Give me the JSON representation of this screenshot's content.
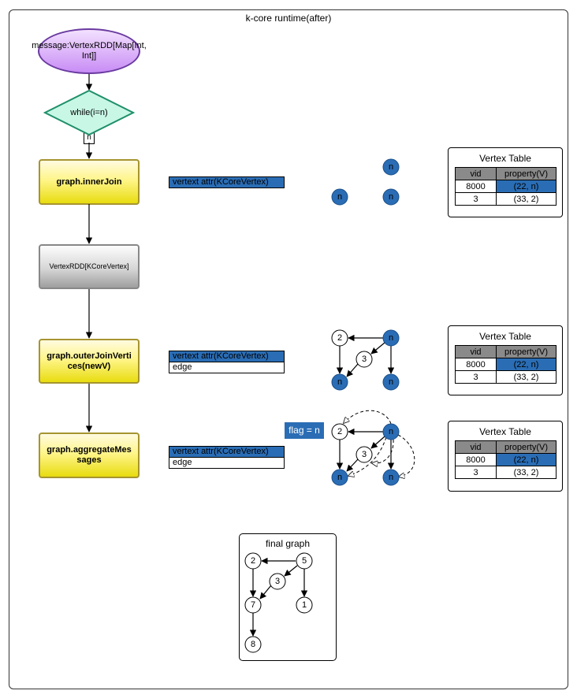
{
  "diagram": {
    "title": "k-core runtime(after)",
    "start_node": "message:VertexRDD[Map[Int, Int]]",
    "loop_node": "while(i=n)",
    "loop_label": "n",
    "steps": [
      {
        "label": "graph.innerJoin"
      },
      {
        "label": "VertexRDD[KCoreVertex]"
      },
      {
        "label": "graph.outerJoinVertices(newV)"
      },
      {
        "label": "graph.aggregateMessages"
      }
    ],
    "attr_boxes": [
      {
        "vertex_attr": "vertext attr(KCoreVertex)"
      },
      {
        "vertex_attr": "vertext attr(KCoreVertex)",
        "edge": "edge"
      },
      {
        "vertex_attr": "vertext attr(KCoreVertex)",
        "edge": "edge"
      }
    ],
    "flag": "flag = n",
    "vertex_tables": [
      {
        "title": "Vertex Table",
        "columns": [
          "vid",
          "property(V)"
        ],
        "rows": [
          [
            "8000",
            "(22, n)"
          ],
          [
            "3",
            "(33, 2)"
          ]
        ]
      },
      {
        "title": "Vertex Table",
        "columns": [
          "vid",
          "property(V)"
        ],
        "rows": [
          [
            "8000",
            "(22, n)"
          ],
          [
            "3",
            "(33, 2)"
          ]
        ]
      },
      {
        "title": "Vertex Table",
        "columns": [
          "vid",
          "property(V)"
        ],
        "rows": [
          [
            "8000",
            "(22, n)"
          ],
          [
            "3",
            "(33, 2)"
          ]
        ]
      }
    ],
    "graph_nodes": {
      "n": "n",
      "two": "2",
      "three": "3"
    },
    "final_graph": {
      "title": "final graph",
      "nodes": [
        "2",
        "5",
        "3",
        "7",
        "1",
        "8"
      ]
    },
    "colors": {
      "vertex_blue": "#2a6db5",
      "start_purple": "#c88cf5",
      "loop_green": "#7de8c4",
      "process_yellow": "#fff58a"
    }
  }
}
